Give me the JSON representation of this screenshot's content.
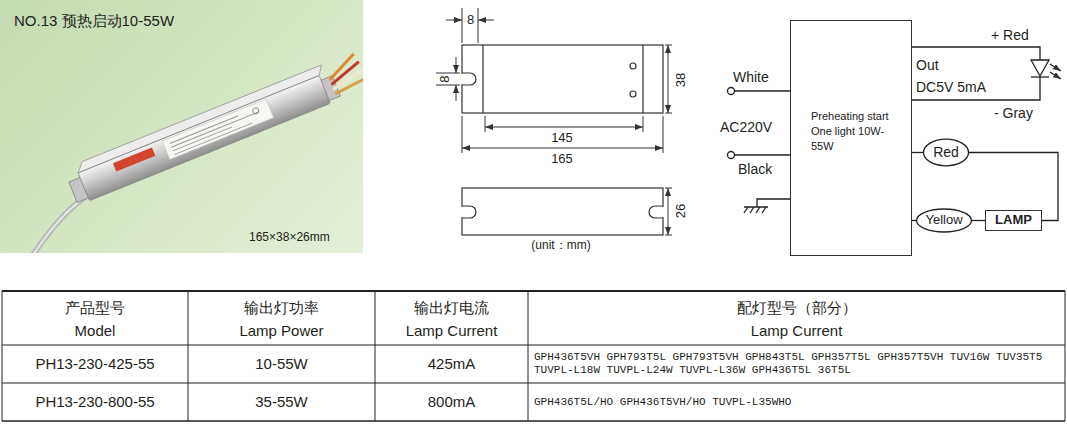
{
  "diagram": {
    "nodes": [
      {
        "text": [
          "NO.13 预热启动10-55W",
          "165×38×26mm"
        ]
      },
      {
        "text": [
          "Preheating start One light 10W-55W"
        ]
      },
      {
        "text": [
          "Red"
        ]
      },
      {
        "text": [
          "Yellow"
        ]
      },
      {
        "text": [
          "LAMP"
        ]
      }
    ],
    "edges": [
      {
        "from": 1,
        "to": 2,
        "arrow": "none"
      },
      {
        "from": 2,
        "to": 4,
        "arrow": "none"
      },
      {
        "from": 1,
        "to": 3,
        "arrow": "none"
      },
      {
        "from": 3,
        "to": 4,
        "arrow": "none"
      }
    ],
    "labels": [
      "8",
      "8",
      "38",
      "145",
      "165",
      "26",
      "(unit：mm)",
      "White",
      "AC220V",
      "Black",
      "Out",
      "DC5V 5mA",
      "+ Red",
      "- Gray",
      "产品型号",
      "Model",
      "输出灯功率",
      "Lamp Power",
      "输出灯电流",
      "Lamp Current",
      "配灯型号（部分）",
      "Lamp Current",
      "PH13-230-425-55",
      "10-55W",
      "425mA",
      "GPH436T5VH GPH793T5L GPH793T5VH GPH843T5L GPH357T5L GPH357T5VH TUV16W TUV35T5 TUVPL-L18W TUVPL-L24W TUVPL-L36W GPH436T5L 36T5L",
      "PH13-230-800-55",
      "35-55W",
      "800mA",
      "GPH436T5L/HO GPH436T5VH/HO TUVPL-L35WHO"
    ]
  }
}
